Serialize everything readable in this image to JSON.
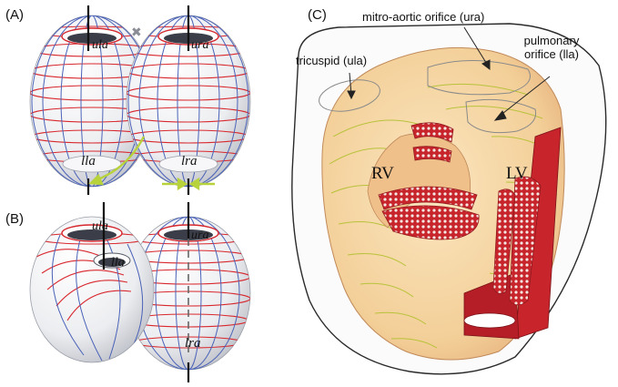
{
  "panels": {
    "a": {
      "label": "(A)",
      "ula": "ula",
      "ura": "ura",
      "lla": "lla",
      "lra": "lra",
      "cross": "✖"
    },
    "b": {
      "label": "(B)",
      "ula": "ula",
      "ura": "ura",
      "lla": "lla",
      "lra": "lra"
    },
    "c": {
      "label": "(C)",
      "mitro": "mitro-aortic orifice (ura)",
      "tricuspid": "tricuspid (ula)",
      "pulmonary_line1": "pulmonary",
      "pulmonary_line2": "orifice (lla)",
      "rv": "RV",
      "lv": "LV"
    }
  },
  "colors": {
    "latitude": "#d8282e",
    "meridian": "#4a62b8",
    "axis": "#111111",
    "arrow": "#b8d23c",
    "heart_fill": "#f6d7a5",
    "heart_shade": "#e8b27c",
    "contour": "#b8c23a",
    "muscle": "#c8242c"
  }
}
